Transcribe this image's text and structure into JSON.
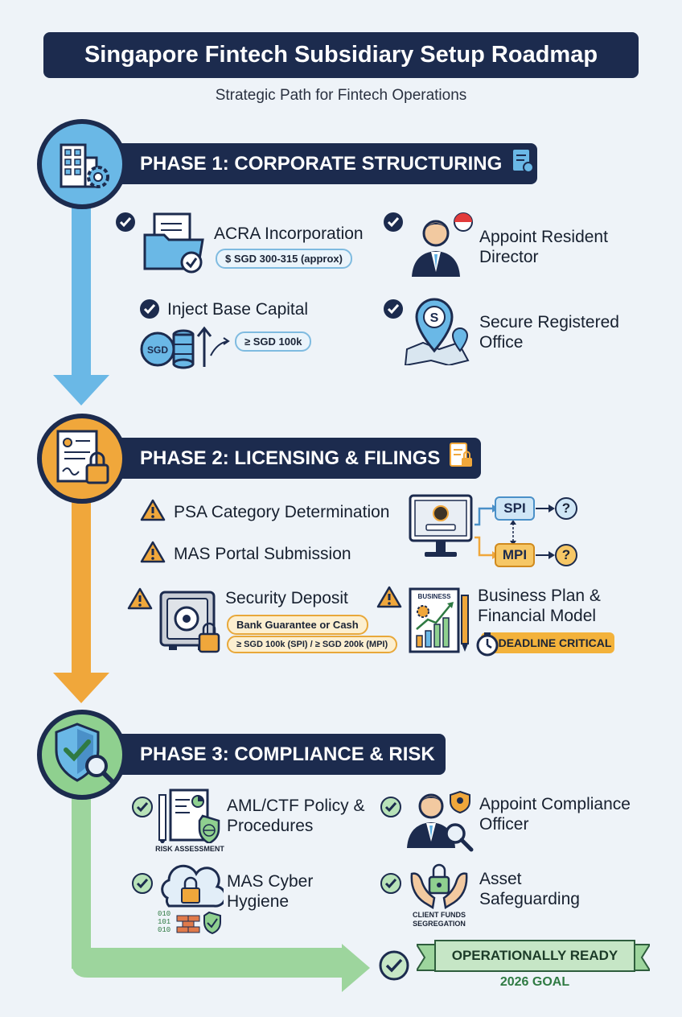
{
  "title": "Singapore Fintech Subsidiary Setup Roadmap",
  "subtitle": "Strategic Path for Fintech Operations",
  "phases": [
    {
      "label": "PHASE 1: CORPORATE STRUCTURING",
      "color": "#5aaee3",
      "items": [
        {
          "title": "ACRA Incorporation",
          "pill": "$ SGD 300-315 (approx)"
        },
        {
          "title": "Appoint Resident Director"
        },
        {
          "title": "Inject Base Capital",
          "pill": "≥ SGD 100k",
          "icon_text": "SGD"
        },
        {
          "title": "Secure Registered Office",
          "icon_text": "S"
        }
      ]
    },
    {
      "label": "PHASE 2: LICENSING & FILINGS",
      "color": "#f0a73b",
      "items": [
        {
          "title": "PSA Category Determination"
        },
        {
          "title": "MAS Portal Submission"
        },
        {
          "title": "Security Deposit",
          "pills": [
            "Bank Guarantee or Cash",
            "≥ SGD 100k (SPI) / ≥ SGD 200k (MPI)"
          ]
        },
        {
          "title": "Business Plan & Financial Model",
          "icon_text": "BUSINESS",
          "badge": "DEADLINE CRITICAL"
        }
      ],
      "flow": {
        "spi": "SPI",
        "mpi": "MPI",
        "unknown": "?"
      }
    },
    {
      "label": "PHASE 3: COMPLIANCE & RISK",
      "color": "#8fd08f",
      "items": [
        {
          "title": "AML/CTF Policy & Procedures",
          "caption": "RISK ASSESSMENT"
        },
        {
          "title": "Appoint Compliance Officer"
        },
        {
          "title": "MAS Cyber Hygiene"
        },
        {
          "title": "Asset Safeguarding",
          "caption": "CLIENT FUNDS SEGREGATION"
        }
      ]
    }
  ],
  "goal": {
    "label": "OPERATIONALLY READY",
    "sub": "2026 GOAL"
  }
}
